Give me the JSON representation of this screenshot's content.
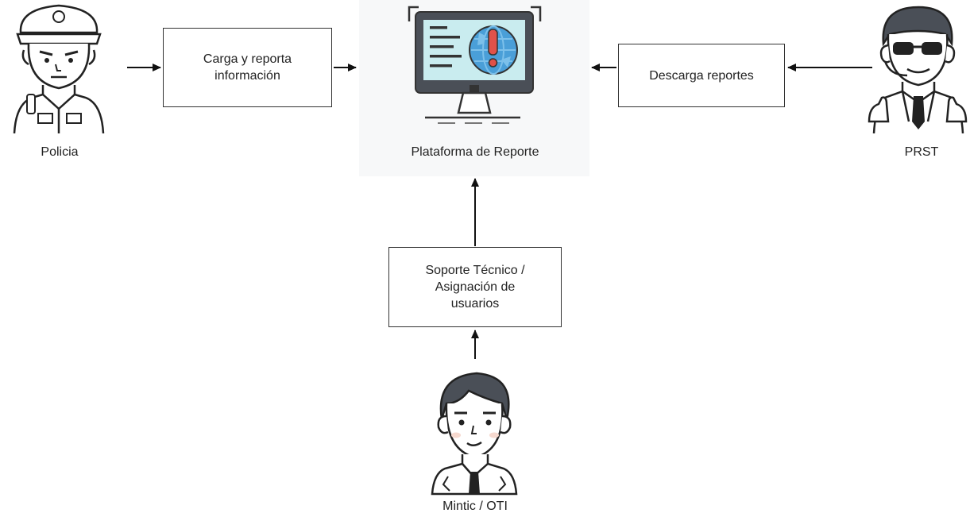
{
  "actors": {
    "police": {
      "label": "Policia",
      "icon": "police-officer-icon"
    },
    "prst": {
      "label": "PRST",
      "icon": "businessman-headset-icon"
    },
    "mintic": {
      "label": "Mintic / OTI",
      "icon": "office-worker-icon"
    }
  },
  "platform": {
    "label": "Plataforma de Reporte",
    "icon": "monitor-alert-icon"
  },
  "boxes": {
    "upload": {
      "line1": "Carga y reporta",
      "line2": "información"
    },
    "download": {
      "line1": "Descarga reportes"
    },
    "support": {
      "line1": "Soporte Técnico /",
      "line2": "Asignación de",
      "line3": "usuarios"
    }
  },
  "colors": {
    "stroke": "#222222",
    "screen": "#c9ecef",
    "globe": "#4a9fd8",
    "alert": "#e0524a",
    "platform_bg": "#f6f7f8"
  }
}
